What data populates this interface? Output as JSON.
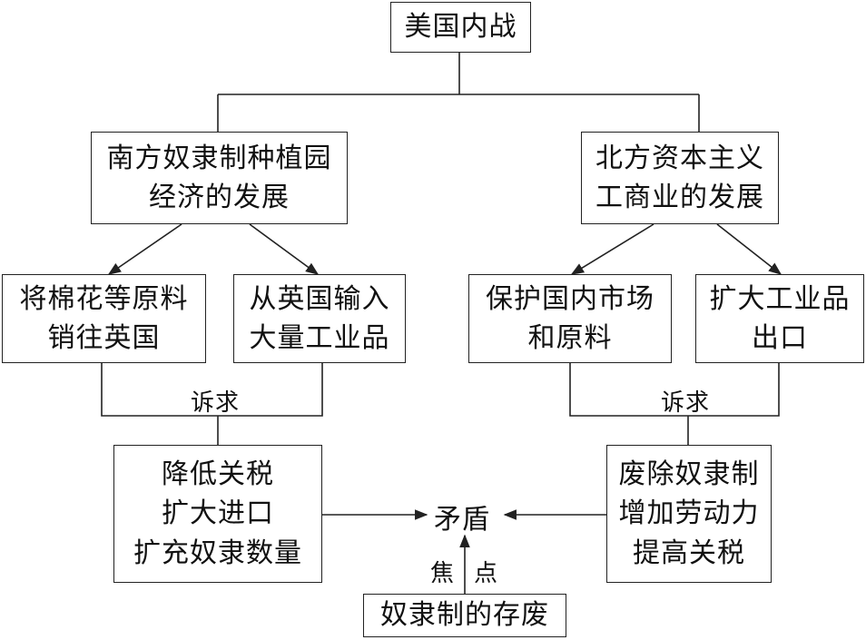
{
  "root": "美国内战",
  "south": {
    "title": [
      "南方奴隶制种植园",
      "经济的发展"
    ],
    "left": [
      "将棉花等原料",
      "销往英国"
    ],
    "right": [
      "从英国输入",
      "大量工业品"
    ],
    "appeal_label": "诉求",
    "demands": [
      "降低关税",
      "扩大进口",
      "扩充奴隶数量"
    ]
  },
  "north": {
    "title": [
      "北方资本主义",
      "工商业的发展"
    ],
    "left": [
      "保护国内市场",
      "和原料"
    ],
    "right": [
      "扩大工业品",
      "出口"
    ],
    "appeal_label": "诉求",
    "demands": [
      "废除奴隶制",
      "增加劳动力",
      "提高关税"
    ]
  },
  "conflict": "矛盾",
  "focus_label_left": "焦",
  "focus_label_right": "点",
  "focus": "奴隶制的存废"
}
